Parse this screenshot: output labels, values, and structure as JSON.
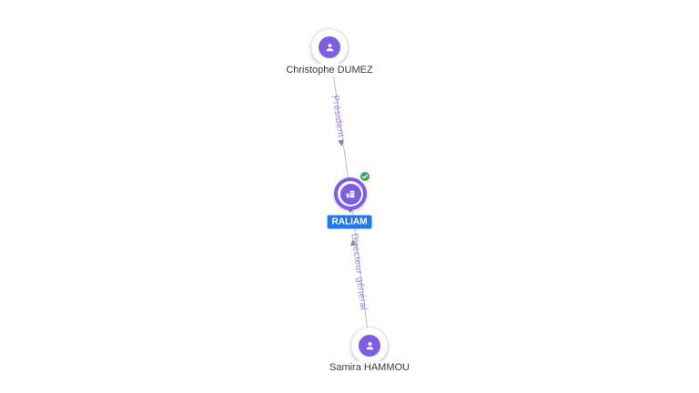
{
  "nodes": {
    "christophe": {
      "label": "Christophe DUMEZ",
      "type": "person"
    },
    "raliam": {
      "label": "RALIAM",
      "type": "company",
      "verified": true
    },
    "samira": {
      "label": "Samira HAMMOU",
      "type": "person"
    }
  },
  "edges": {
    "president": {
      "label": "Président",
      "from": "Christophe DUMEZ",
      "to": "RALIAM"
    },
    "dg": {
      "label": "Directeur général",
      "from": "Samira HAMMOU",
      "to": "RALIAM"
    }
  },
  "icons": {
    "person": "person-icon",
    "company": "building-icon",
    "verified": "check-icon"
  },
  "colors": {
    "purple": "#7d5ce6",
    "edge_label": "#9b7bf0",
    "blue_label_bg": "#1d78f2",
    "green_check": "#34a853",
    "line": "#bdbdbd",
    "arrow": "#8c8c8c"
  }
}
